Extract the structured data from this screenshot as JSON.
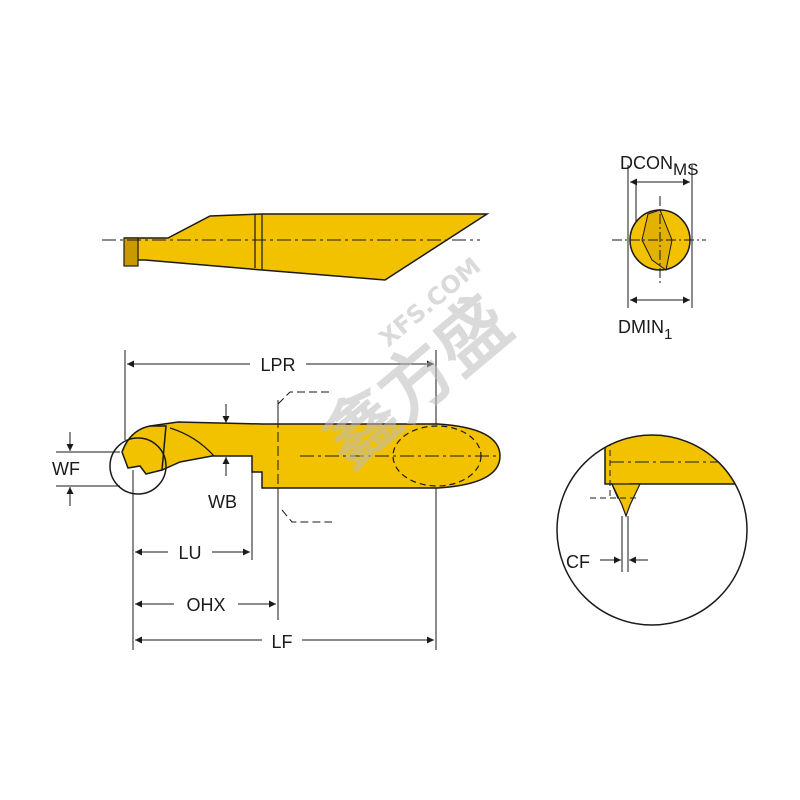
{
  "colors": {
    "tool": "#f2c100",
    "outline": "#1a1a1a",
    "watermark": "#bdbdbd"
  },
  "labels": {
    "lpr": "LPR",
    "wf": "WF",
    "wb": "WB",
    "lu": "LU",
    "ohx": "OHX",
    "lf": "LF",
    "cf": "CF",
    "dcon": "DCON",
    "dcon_sub": "MS",
    "dmin": "DMIN",
    "dmin_sub": "1"
  },
  "watermark": {
    "latin": "XFS.COM",
    "cjk": "鑫方盛"
  }
}
